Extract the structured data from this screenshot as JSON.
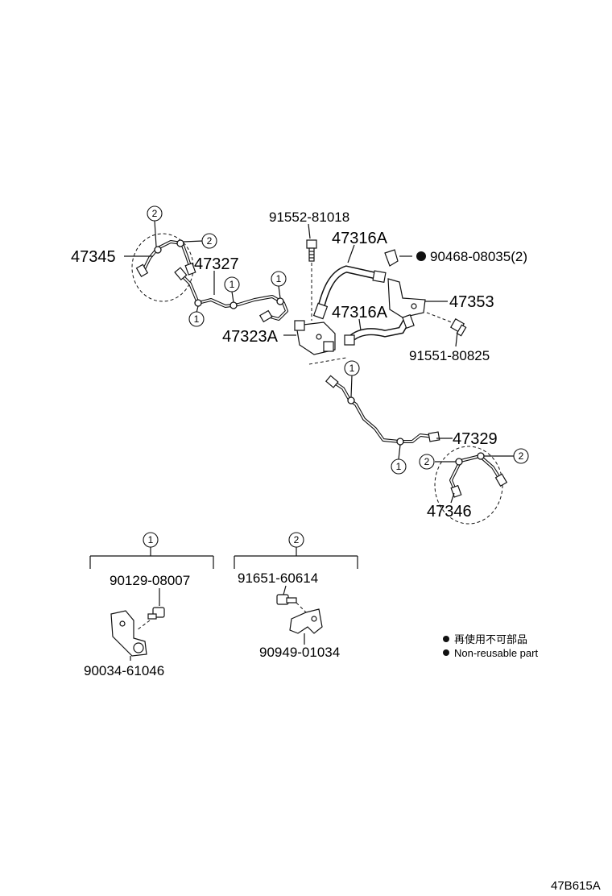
{
  "parts": {
    "p47345": "47345",
    "p47327": "47327",
    "p91552": "91552-81018",
    "p47316a_top": "47316A",
    "p90468": "90468-08035(2)",
    "p47353": "47353",
    "p47316a_mid": "47316A",
    "p47323a": "47323A",
    "p91551": "91551-80825",
    "p47329": "47329",
    "p47346": "47346",
    "p90129": "90129-08007",
    "p90034": "90034-61046",
    "p91651": "91651-60614",
    "p90949": "90949-01034"
  },
  "callouts": {
    "one": "1",
    "two": "2"
  },
  "legend": {
    "jp": "再使用不可部品",
    "en": "Non-reusable part"
  },
  "figure_code": "47B615A",
  "colors": {
    "ink": "#111111",
    "background": "#ffffff"
  }
}
